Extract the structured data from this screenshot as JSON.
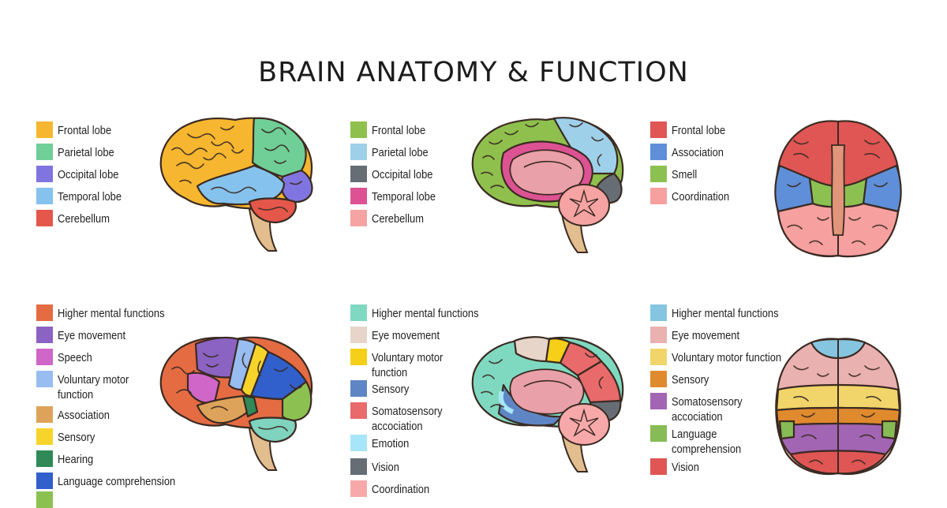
{
  "title": "BRAIN ANATOMY & FUNCTION",
  "legends": [
    {
      "items": [
        {
          "label": "Frontal lobe",
          "color": "#f6b62f"
        },
        {
          "label": "Parietal lobe",
          "color": "#6fcf97"
        },
        {
          "label": "Occipital lobe",
          "color": "#8075e0"
        },
        {
          "label": "Temporal lobe",
          "color": "#86c2ee"
        },
        {
          "label": "Cerebellum",
          "color": "#e4574a"
        }
      ]
    },
    {
      "items": [
        {
          "label": "Frontal lobe",
          "color": "#8fc04d"
        },
        {
          "label": "Parietal lobe",
          "color": "#9ed0ea"
        },
        {
          "label": "Occipital lobe",
          "color": "#666d75"
        },
        {
          "label": "Temporal lobe",
          "color": "#dd5293"
        },
        {
          "label": "Cerebellum",
          "color": "#f5a3a3"
        }
      ]
    },
    {
      "items": [
        {
          "label": "Frontal lobe",
          "color": "#df5654"
        },
        {
          "label": "Association",
          "color": "#5f8fd9"
        },
        {
          "label": "Smell",
          "color": "#8cc152"
        },
        {
          "label": "Coordination",
          "color": "#f7a0a0"
        }
      ]
    },
    {
      "items": [
        {
          "label": "Higher mental functions",
          "color": "#e56b43"
        },
        {
          "label": "Eye movement",
          "color": "#8b63c2"
        },
        {
          "label": "Speech",
          "color": "#cf66c8"
        },
        {
          "label": "Voluntary motor function",
          "color": "#98bdf1"
        },
        {
          "label": "Association",
          "color": "#dea35a"
        },
        {
          "label": "Sensory",
          "color": "#f7d42b"
        },
        {
          "label": "Hearing",
          "color": "#2f8a58"
        },
        {
          "label": "Language comprehension",
          "color": "#3160cc"
        },
        {
          "label": "",
          "color": "#8cc152"
        }
      ]
    },
    {
      "items": [
        {
          "label": "Higher mental functions",
          "color": "#7fd9c0"
        },
        {
          "label": "Eye movement",
          "color": "#e6d5c8"
        },
        {
          "label": "Voluntary motor function",
          "color": "#f5cf18"
        },
        {
          "label": "Sensory",
          "color": "#5f86c4"
        },
        {
          "label": "Somatosensory accociation",
          "color": "#e86a6a"
        },
        {
          "label": "Emotion",
          "color": "#a6e6f8"
        },
        {
          "label": "Vision",
          "color": "#666d75"
        },
        {
          "label": "Coordination",
          "color": "#f7a9a9"
        }
      ]
    },
    {
      "items": [
        {
          "label": "Higher mental functions",
          "color": "#86c5e0"
        },
        {
          "label": "Eye movement",
          "color": "#eab1b1"
        },
        {
          "label": "Voluntary motor function",
          "color": "#f1d56a"
        },
        {
          "label": "Sensory",
          "color": "#e08a2e"
        },
        {
          "label": "Somatosensory accociation",
          "color": "#a265b3"
        },
        {
          "label": "Language comprehension",
          "color": "#86bb55"
        },
        {
          "label": "Vision",
          "color": "#df5654"
        }
      ]
    }
  ]
}
